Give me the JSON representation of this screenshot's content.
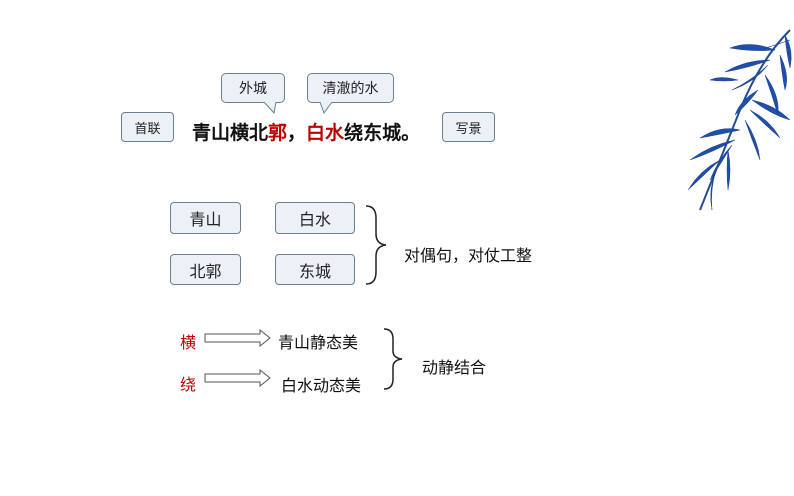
{
  "callouts": {
    "outer_city": "外城",
    "clear_water": "清澈的水"
  },
  "tags": {
    "first_couplet": "首联",
    "scenery": "写景"
  },
  "verse": {
    "part1": "青山横北",
    "part2_red": "郭",
    "part3": "，",
    "part4_red": "白水",
    "part5": "绕东城。"
  },
  "grid": {
    "box1": "青山",
    "box2": "白水",
    "box3": "北郭",
    "box4": "东城",
    "conclusion": "对偶句，对仗工整"
  },
  "verbs": {
    "verb1": "横",
    "verb2": "绕",
    "desc1": "青山静态美",
    "desc2": "白水动态美",
    "conclusion": "动静结合"
  }
}
